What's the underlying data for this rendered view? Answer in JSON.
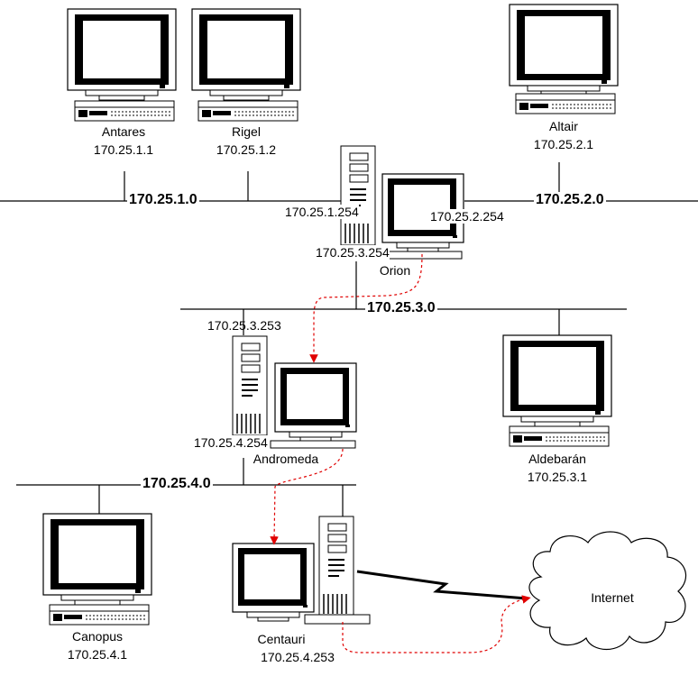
{
  "networks": [
    {
      "id": "net1",
      "label": "170.25.1.0"
    },
    {
      "id": "net2",
      "label": "170.25.2.0"
    },
    {
      "id": "net3",
      "label": "170.25.3.0"
    },
    {
      "id": "net4",
      "label": "170.25.4.0"
    }
  ],
  "hosts": {
    "antares": {
      "name": "Antares",
      "ip": "170.25.1.1"
    },
    "rigel": {
      "name": "Rigel",
      "ip": "170.25.1.2"
    },
    "altair": {
      "name": "Altair",
      "ip": "170.25.2.1"
    },
    "aldebaran": {
      "name": "Aldebarán",
      "ip": "170.25.3.1"
    },
    "canopus": {
      "name": "Canopus",
      "ip": "170.25.4.1"
    }
  },
  "routers": {
    "orion": {
      "name": "Orion",
      "ips": [
        "170.25.1.254",
        "170.25.2.254",
        "170.25.3.254"
      ]
    },
    "andromeda": {
      "name": "Andromeda",
      "ips": [
        "170.25.3.253",
        "170.25.4.254"
      ]
    },
    "centauri": {
      "name": "Centauri",
      "ips": [
        "170.25.4.253"
      ]
    }
  },
  "cloud": {
    "label": "Internet"
  },
  "colors": {
    "route_arrow": "#e00000",
    "screen": "#000000",
    "case": "#ffffff"
  }
}
